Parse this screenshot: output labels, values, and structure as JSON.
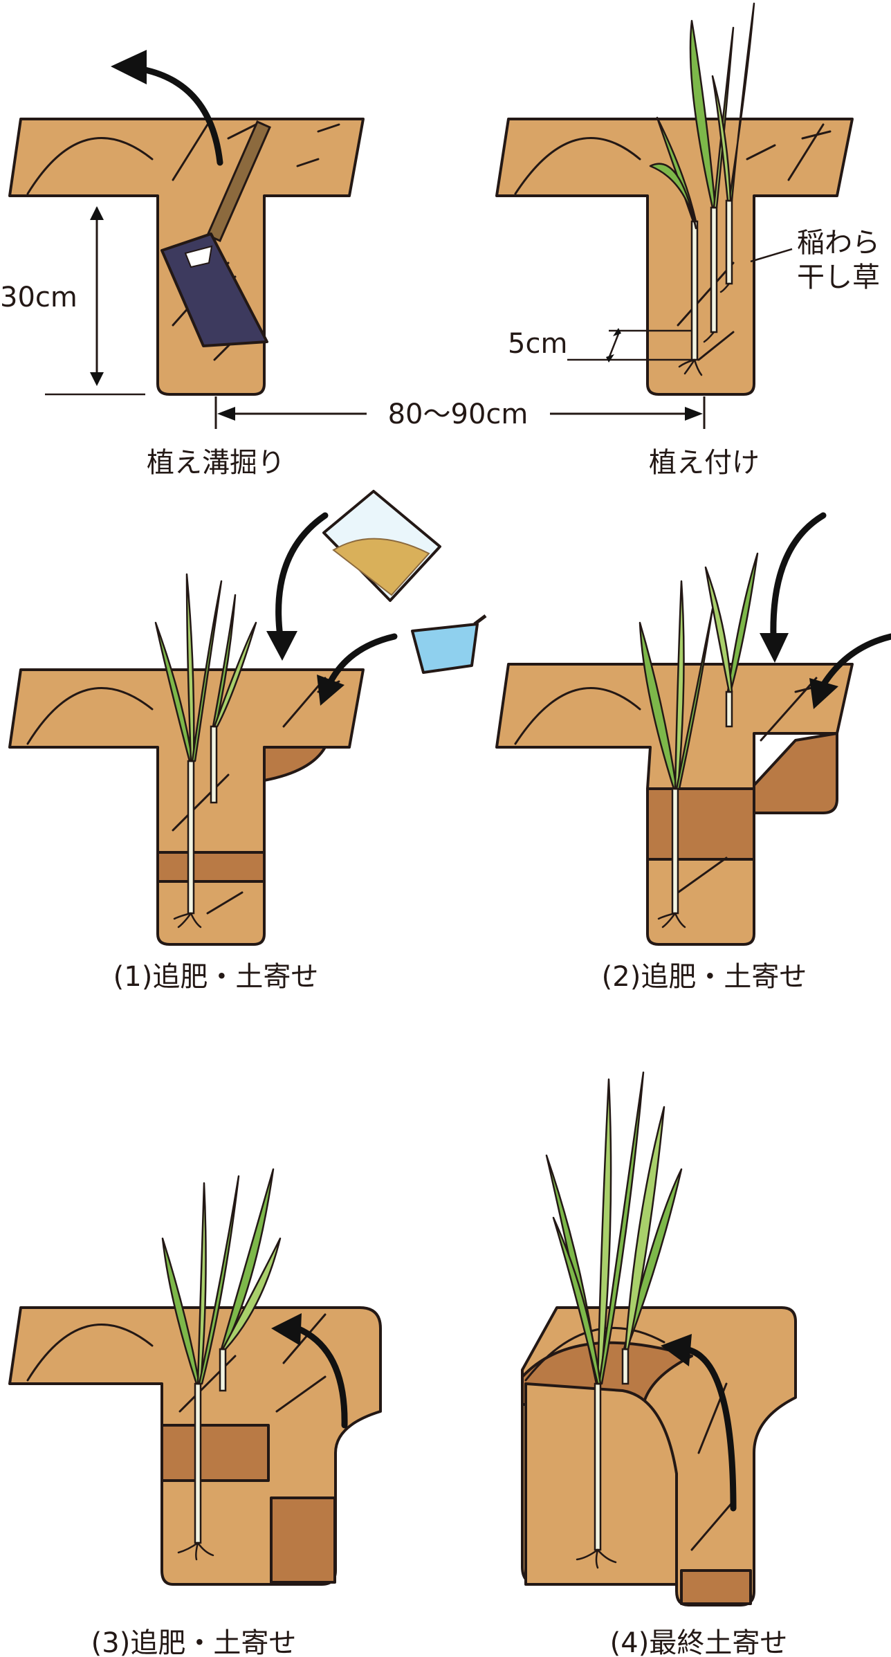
{
  "panels": [
    {
      "id": "trench",
      "caption": "植え溝掘り"
    },
    {
      "id": "planting",
      "caption": "植え付け"
    },
    {
      "id": "step1",
      "caption": "(1)追肥・土寄せ"
    },
    {
      "id": "step2",
      "caption": "(2)追肥・土寄せ"
    },
    {
      "id": "step3",
      "caption": "(3)追肥・土寄せ"
    },
    {
      "id": "step4",
      "caption": "(4)最終土寄せ"
    }
  ],
  "measurements": {
    "trench_depth": "30cm",
    "row_spacing": "80〜90cm",
    "planting_depth": "5cm",
    "mulch_line1": "稲わら",
    "mulch_line2": "干し草"
  },
  "colors": {
    "soil": "#D9A466",
    "soil_dark": "#B97A45",
    "leaf": "#7DB84A",
    "shovel_blade": "#3D3A5E",
    "fertilizer_bag": "#D9B05A",
    "scoop": "#8FD0EE"
  },
  "icons": [
    "shovel-icon",
    "fertilizer-bag-icon",
    "scoop-icon"
  ]
}
